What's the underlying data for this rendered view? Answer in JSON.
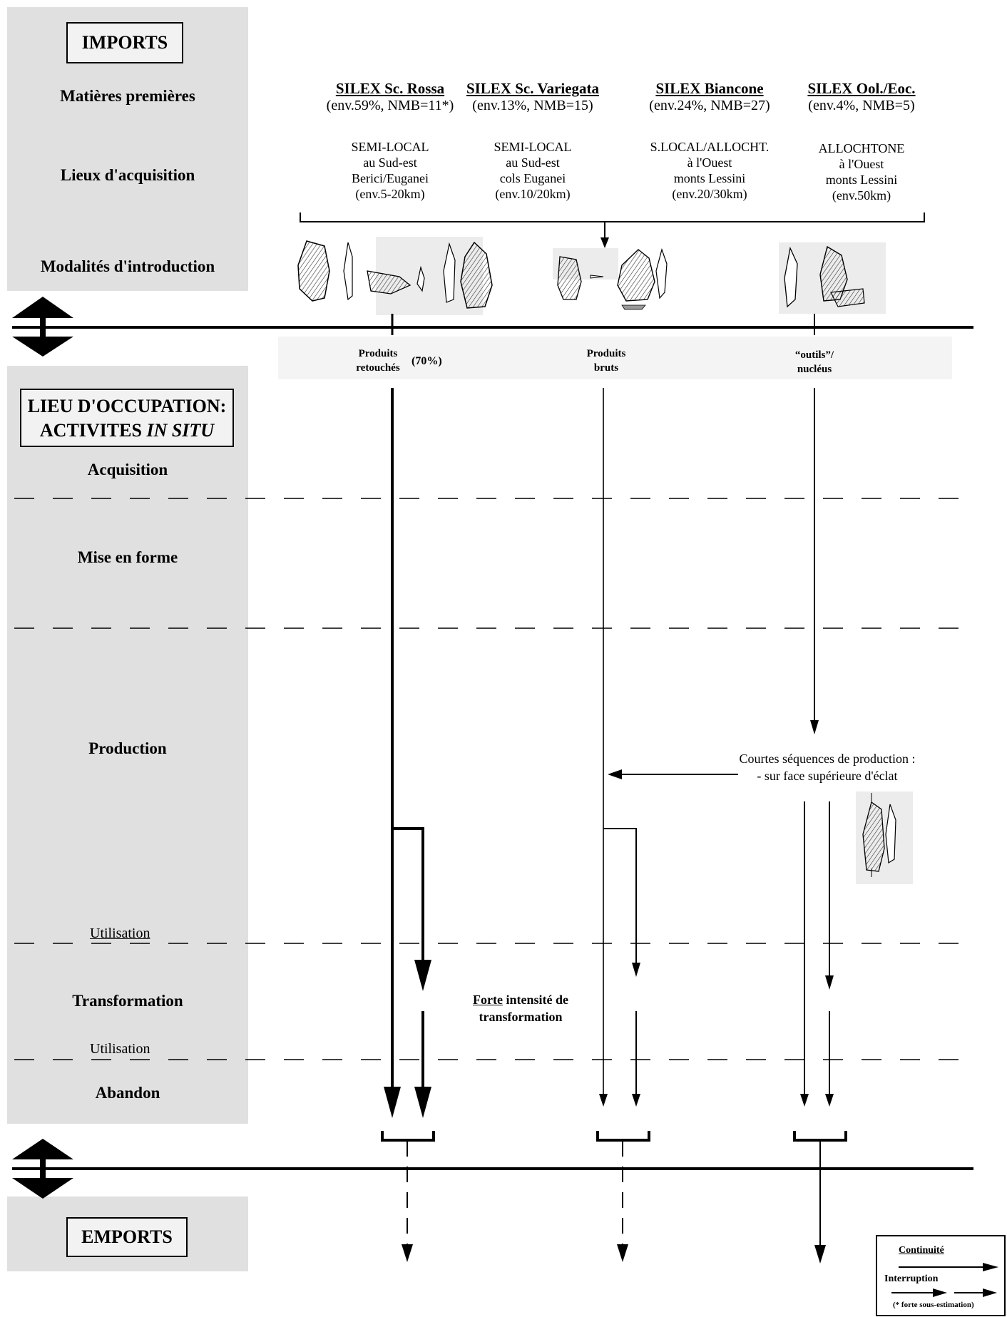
{
  "sections": {
    "imports": "IMPORTS",
    "occupation_line1": "LIEU D'OCCUPATION:",
    "occupation_line2_prefix": "ACTIVITES ",
    "occupation_line2_italic": "IN SITU",
    "emports": "EMPORTS"
  },
  "row_labels": {
    "matieres": "Matières premières",
    "lieux": "Lieux d'acquisition",
    "modalites": "Modalités d'introduction"
  },
  "stages": {
    "acquisition": "Acquisition",
    "mise_en_forme": "Mise en forme",
    "production": "Production",
    "utilisation": "Utilisation",
    "transformation": "Transformation",
    "abandon": "Abandon"
  },
  "sources": [
    {
      "name": "SILEX Sc. Rossa",
      "stats": "(env.59%, NMB=11*)",
      "loc": [
        "SEMI-LOCAL",
        "au Sud-est",
        "Berici/Euganei",
        "(env.5-20km)"
      ]
    },
    {
      "name": "SILEX Sc. Variegata",
      "stats": "(env.13%, NMB=15)",
      "loc": [
        "SEMI-LOCAL",
        "au Sud-est",
        "cols Euganei",
        "(env.10/20km)"
      ]
    },
    {
      "name": "SILEX Biancone",
      "stats": "(env.24%, NMB=27)",
      "loc": [
        "S.LOCAL/ALLOCHT.",
        "à l'Ouest",
        "monts Lessini",
        "(env.20/30km)"
      ]
    },
    {
      "name": "SILEX Ool./Eoc.",
      "stats": "(env.4%, NMB=5)",
      "loc": [
        "ALLOCHTONE",
        "à l'Ouest",
        "monts Lessini",
        "(env.50km)"
      ]
    }
  ],
  "products": {
    "retouches_1": "Produits",
    "retouches_2": "retouchés",
    "retouches_pct": "(70%)",
    "bruts_1": "Produits",
    "bruts_2": "bruts",
    "outils_1": "“outils”/",
    "outils_2": "nucléus"
  },
  "annotations": {
    "courtes_1": "Courtes séquences de production :",
    "courtes_2": "- sur face supérieure d'éclat",
    "forte": "Forte",
    "intensite": " intensité de",
    "transformation": "transformation"
  },
  "legend": {
    "continuite": "Continuité",
    "interruption": "Interruption",
    "note": "(* forte sous-estimation)"
  }
}
